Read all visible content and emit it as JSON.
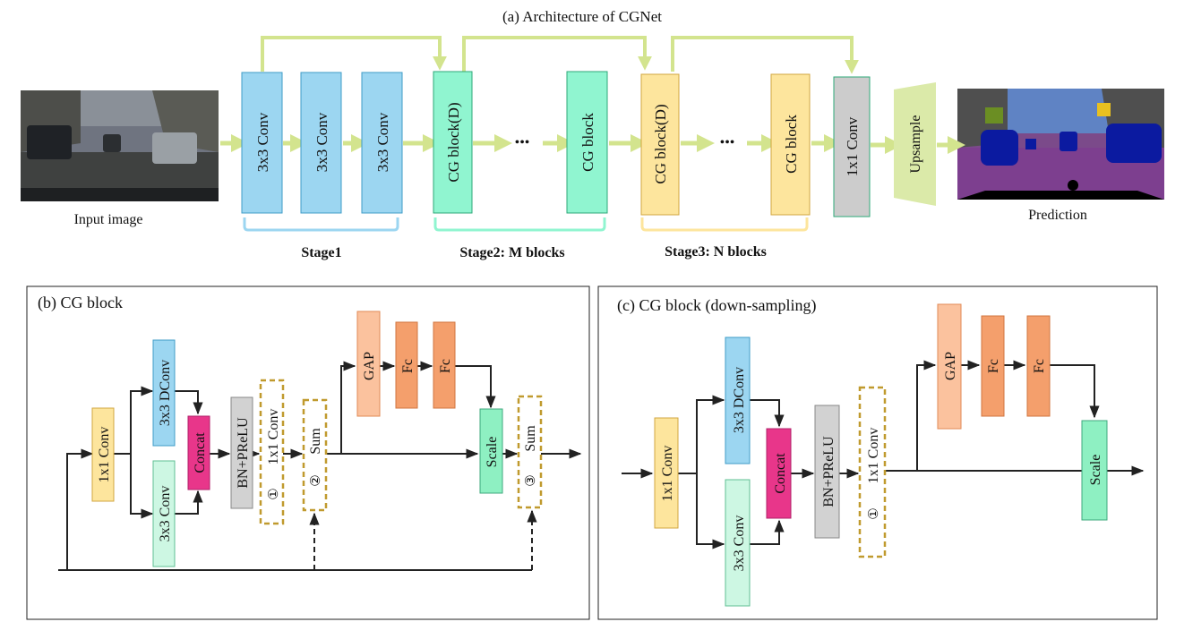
{
  "title": "(a) Architecture of CGNet",
  "input_label": "Input image",
  "prediction_label": "Prediction",
  "stage_labels": {
    "stage1": "Stage1",
    "stage2": "Stage2: M blocks",
    "stage3": "Stage3: N blocks"
  },
  "ellipsis": "•••",
  "blocks_a": {
    "conv1": "3x3 Conv",
    "conv2": "3x3 Conv",
    "conv3": "3x3 Conv",
    "cgd1": "CG block(D)",
    "cg1": "CG block",
    "cgd2": "CG block(D)",
    "cg2": "CG block",
    "conv1x1": "1x1 Conv",
    "upsample": "Upsample"
  },
  "panel_b": {
    "title": "(b) CG block",
    "conv1x1": "1x1 Conv",
    "dconv": "3x3 DConv",
    "conv3x3": "3x3 Conv",
    "concat": "Concat",
    "bnprelu": "BN+PReLU",
    "conv1x1_b": "1x1 Conv",
    "sum1": "Sum",
    "gap": "GAP",
    "fc1": "Fc",
    "fc2": "Fc",
    "scale": "Scale",
    "sum2": "Sum",
    "circ1": "①",
    "circ2": "②",
    "circ3": "③"
  },
  "panel_c": {
    "title": "(c) CG block (down-sampling)",
    "conv1x1": "1x1 Conv",
    "dconv": "3x3 DConv",
    "conv3x3": "3x3 Conv",
    "concat": "Concat",
    "bnprelu": "BN+PReLU",
    "conv1x1_b": "1x1 Conv",
    "gap": "GAP",
    "fc1": "Fc",
    "fc2": "Fc",
    "scale": "Scale",
    "circ1": "①"
  },
  "colors": {
    "conv_blue": "#9cd6f1",
    "cg_green": "#90f5d0",
    "cg_yellow": "#fde59d",
    "gray": "#cccccc",
    "upsample": "#dbeaa9",
    "arrow_a": "#dbe89b",
    "concat": "#e8368a",
    "gap": "#fbc29e",
    "fc": "#f49f6c",
    "scale": "#8ef0c2",
    "bn": "#d2d2d2",
    "dashed": "#c09a2e"
  }
}
